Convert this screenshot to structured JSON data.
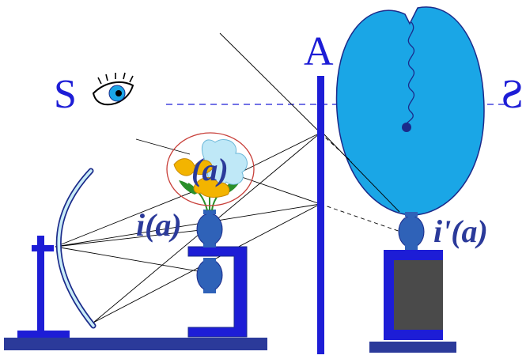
{
  "labels": {
    "observer": "S",
    "mirror_plane": "A",
    "observer_mirrored": "S",
    "object": "(a)",
    "image_real": "i(a)",
    "image_virtual": "i'(a)"
  },
  "colors": {
    "blue": "#1d1dd6",
    "navy": "#2b3a9a",
    "cyan": "#1aa6e6",
    "body_blue": "#2f62b8",
    "dark_gray": "#4a4a4a",
    "circle_red": "#c8403a",
    "flower_yellow": "#f3b400",
    "flower_light_blue": "#bfe8f7",
    "leaf_green": "#2a8f2a"
  },
  "icons": {
    "eye": "eye-icon",
    "flower": "flower-icon"
  }
}
